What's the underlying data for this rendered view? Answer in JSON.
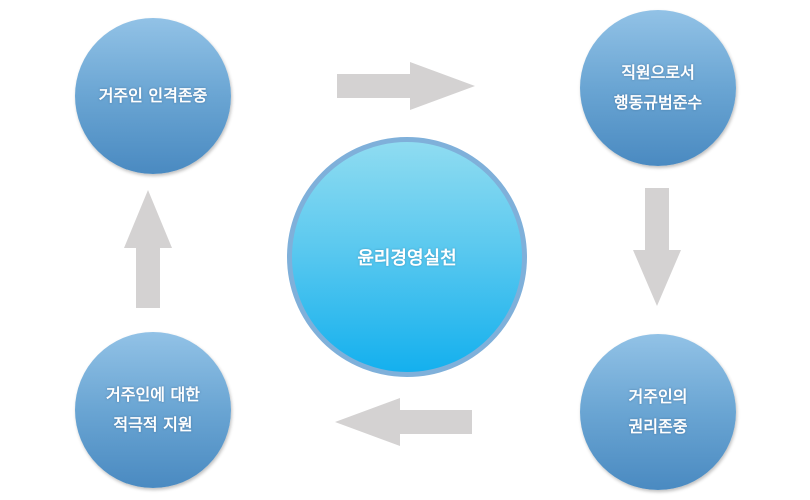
{
  "center": {
    "label": "윤리경영실천"
  },
  "nodes": {
    "top_left": {
      "lines": [
        "거주인 인격존중"
      ]
    },
    "top_right": {
      "lines": [
        "직원으로서",
        "행동규범준수"
      ]
    },
    "bottom_right": {
      "lines": [
        "거주인의",
        "권리존중"
      ]
    },
    "bottom_left": {
      "lines": [
        "거주인에 대한",
        "적극적 지원"
      ]
    }
  },
  "colors": {
    "arrow": "#d4d2d2",
    "node": "#6aa5d3",
    "center": "#4cc4ef"
  }
}
